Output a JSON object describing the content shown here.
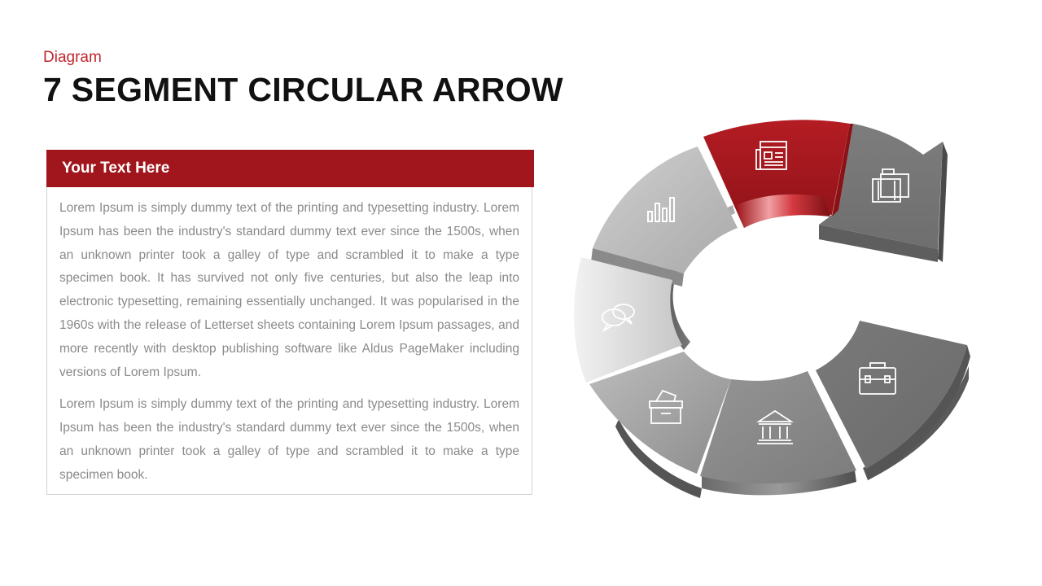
{
  "header": {
    "subtitle": "Diagram",
    "title": "7 SEGMENT CIRCULAR ARROW"
  },
  "panel": {
    "heading": "Your  Text Here",
    "paragraphs": [
      "Lorem Ipsum is simply dummy text of the printing and typesetting industry. Lorem Ipsum has been the industry's standard dummy text ever since the 1500s, when an unknown printer took a galley of type and scrambled it to make a type specimen book. It has survived not only five centuries, but also the leap into electronic typesetting, remaining essentially unchanged. It was popularised in the 1960s with the release of Letterset sheets containing Lorem Ipsum passages, and more recently with desktop publishing software like Aldus PageMaker including versions of Lorem Ipsum.",
      "Lorem Ipsum is simply dummy text of the printing and typesetting industry. Lorem Ipsum has been the industry's standard dummy text ever since the 1500s, when an unknown printer took a galley of type and scrambled it to make a type specimen book."
    ]
  },
  "diagram": {
    "highlight_color": "#a0161c",
    "segment_color": "#8c8c8c",
    "segments": [
      {
        "icon": "newspaper-icon",
        "highlighted": true
      },
      {
        "icon": "luggage-icon",
        "highlighted": false
      },
      {
        "icon": "briefcase-icon",
        "highlighted": false
      },
      {
        "icon": "bank-icon",
        "highlighted": false
      },
      {
        "icon": "donation-box-icon",
        "highlighted": false
      },
      {
        "icon": "chat-bubbles-icon",
        "highlighted": false
      },
      {
        "icon": "bar-chart-icon",
        "highlighted": false
      }
    ]
  }
}
